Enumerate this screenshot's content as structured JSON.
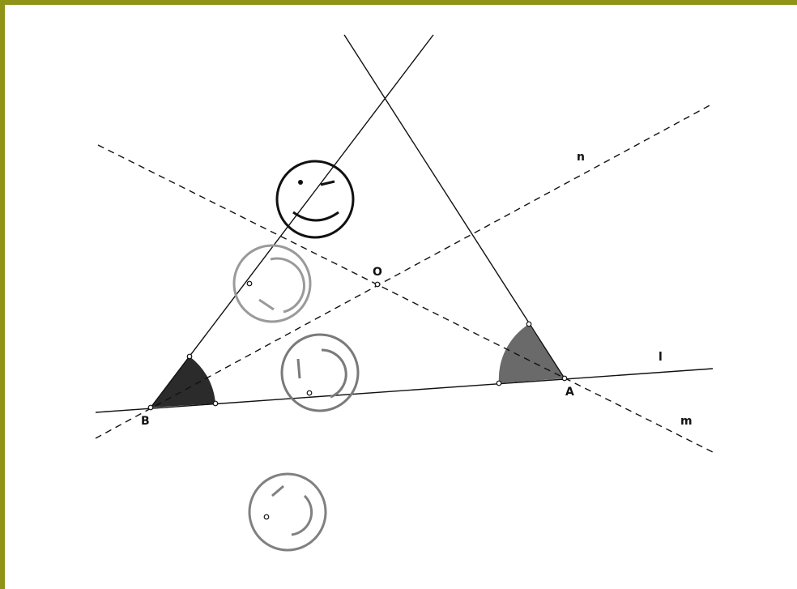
{
  "colors": {
    "frame_border": "#8f9419",
    "background": "#ffffff",
    "line": "#111111",
    "angle_B_fill": "#2b2b2b",
    "angle_A_fill": "#6a6a6a",
    "face_main": "#111111",
    "face_light": "#9a9a9a",
    "face_mid": "#7a7a7a",
    "face_mid2": "#808080"
  },
  "labels": {
    "point_O": "O",
    "point_A": "A",
    "point_B": "B",
    "line_n": "n",
    "line_l": "l",
    "line_m": "m"
  },
  "icons": {
    "face_main": "winking-smiley-icon",
    "face_2": "faded-smiley-icon",
    "face_3": "faded-smiley-icon",
    "face_4": "faded-smiley-icon"
  }
}
